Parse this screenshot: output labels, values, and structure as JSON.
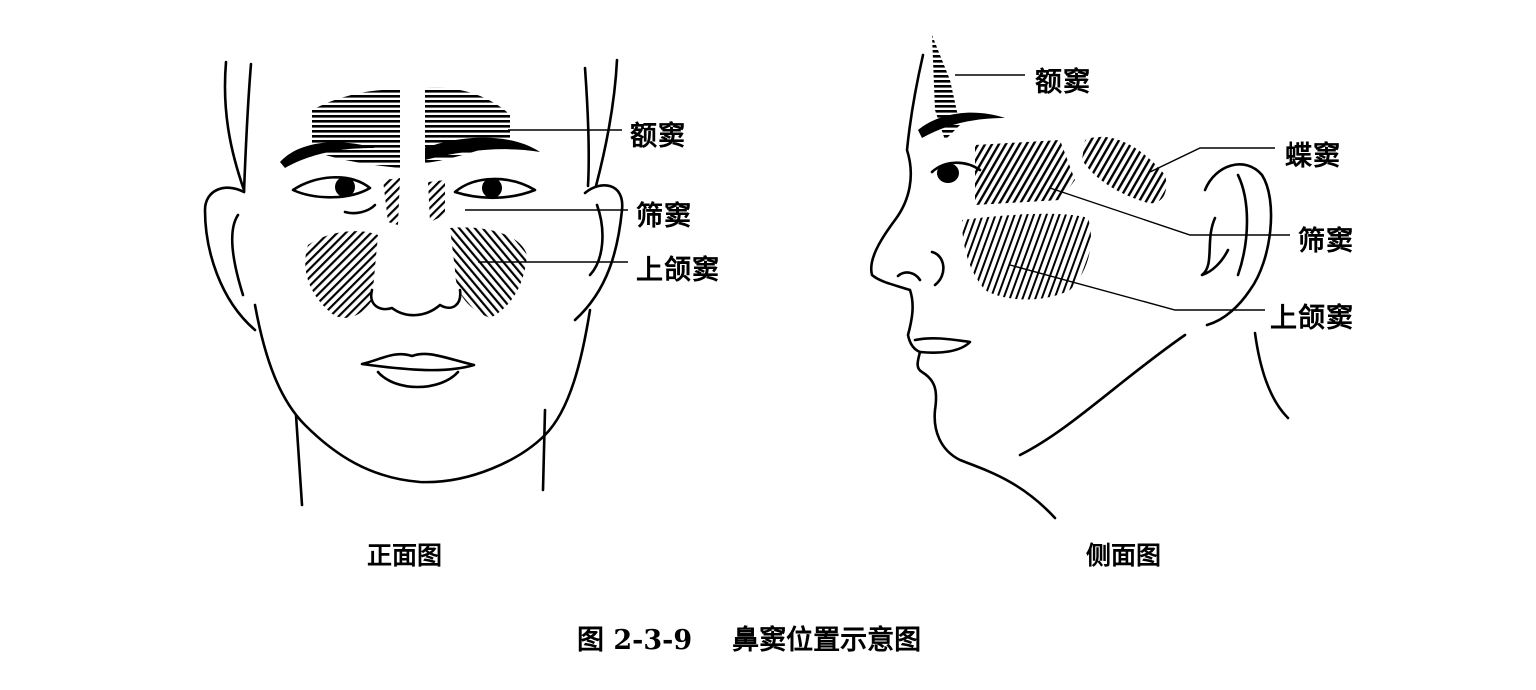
{
  "figure": {
    "number": "图 2-3-9",
    "title": "鼻窦位置示意图"
  },
  "front_view": {
    "caption": "正面图",
    "labels": {
      "frontal_sinus": "额窦",
      "ethmoid_sinus": "筛窦",
      "maxillary_sinus": "上颌窦"
    }
  },
  "side_view": {
    "caption": "侧面图",
    "labels": {
      "frontal_sinus": "额窦",
      "sphenoid_sinus": "蝶窦",
      "ethmoid_sinus": "筛窦",
      "maxillary_sinus": "上颌窦"
    }
  },
  "colors": {
    "ink": "#000000",
    "background": "#ffffff"
  }
}
